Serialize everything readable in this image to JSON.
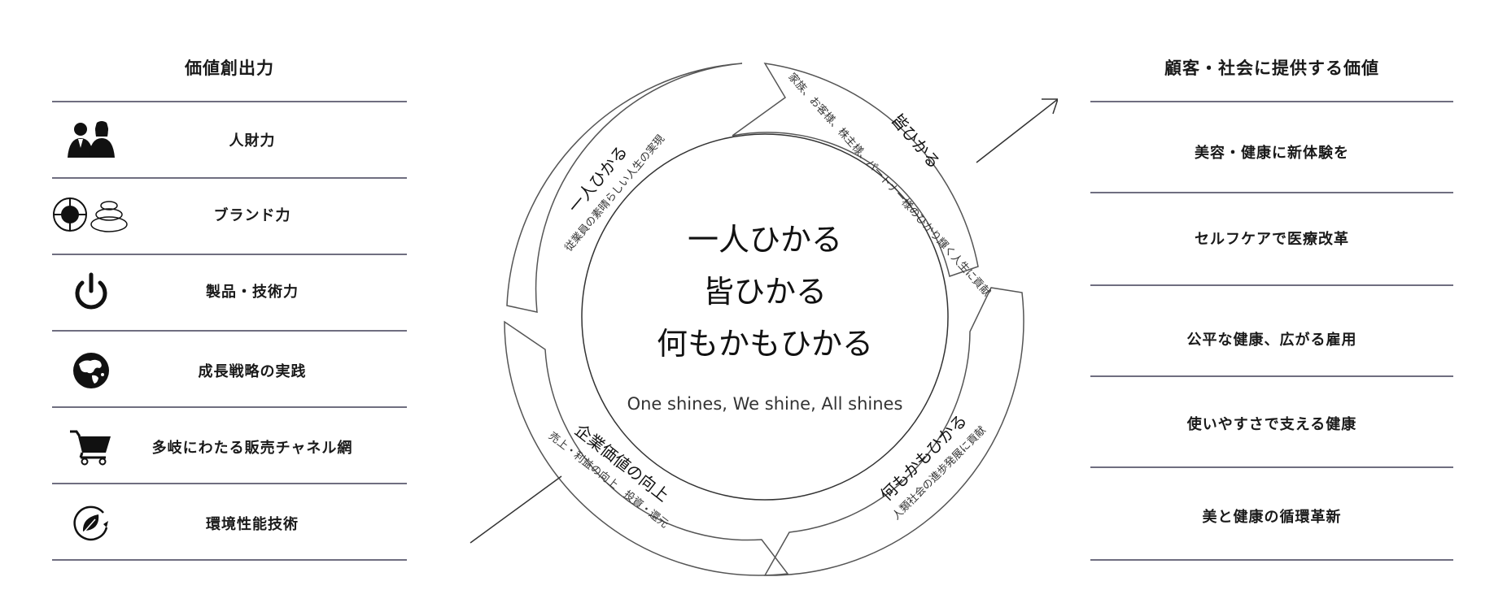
{
  "left": {
    "title": "価値創出力",
    "items": [
      {
        "label": "人財力",
        "icon": "people-icon"
      },
      {
        "label": "ブランド力",
        "icon": "brand-icon"
      },
      {
        "label": "製品・技術力",
        "icon": "power-icon"
      },
      {
        "label": "成長戦略の実践",
        "icon": "globe-icon"
      },
      {
        "label": "多岐にわたる販売チャネル網",
        "icon": "cart-icon"
      },
      {
        "label": "環境性能技術",
        "icon": "leaf-icon"
      }
    ]
  },
  "right": {
    "title": "顧客・社会に提供する価値",
    "items": [
      {
        "label": "美容・健康に新体験を"
      },
      {
        "label": "セルフケアで医療改革"
      },
      {
        "label": "公平な健康、広がる雇用"
      },
      {
        "label": "使いやすさで支える健康"
      },
      {
        "label": "美と健康の循環革新"
      }
    ]
  },
  "cycle": {
    "center_line1": "一人ひかる",
    "center_line2": "皆ひかる",
    "center_line3": "何もかもひかる",
    "center_en": "One shines, We shine, All shines",
    "segments": [
      {
        "title": "一人ひかる",
        "sub": "従業員の素晴らしい人生の実現"
      },
      {
        "title": "皆ひかる",
        "sub": "家族、お客様、株主様、パートナー様のひかり輝く人生に貢献"
      },
      {
        "title": "何もかもひかる",
        "sub": "人類社会の進歩発展に貢献"
      },
      {
        "title": "企業価値の向上",
        "sub": "売上・利益の向上　投資・還元"
      }
    ]
  }
}
